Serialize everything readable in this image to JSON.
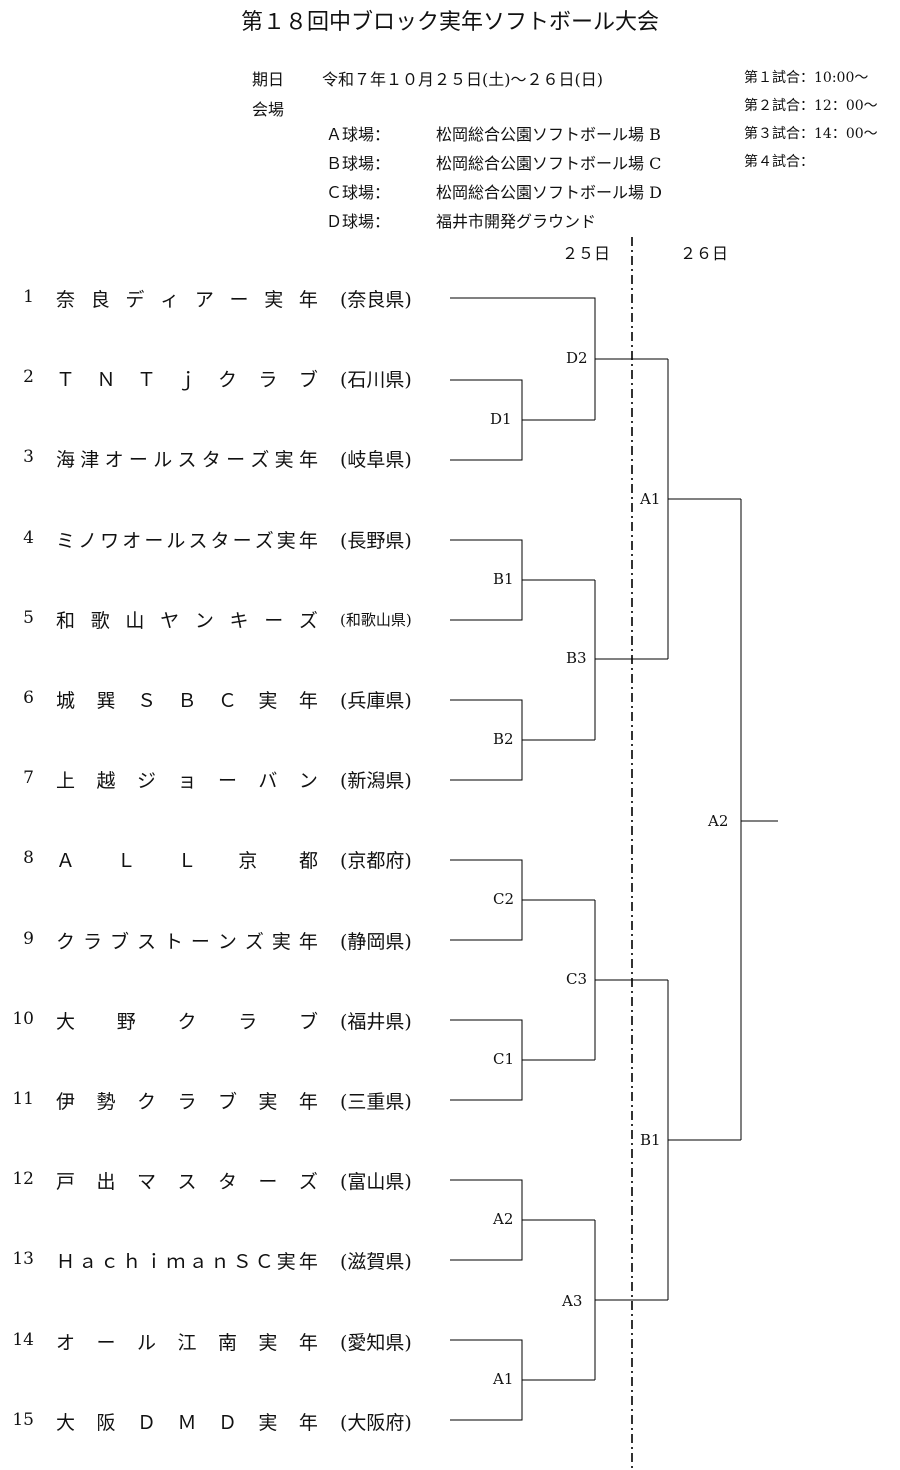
{
  "title": "第１８回中ブロック実年ソフトボール大会",
  "info": {
    "date_label": "期日",
    "date_value": "令和７年１０月２５日(土)～２６日(日)",
    "venue_label": "会場",
    "venues": [
      {
        "label": "Ａ球場：",
        "name": "松岡総合公園ソフトボール場 B"
      },
      {
        "label": "Ｂ球場：",
        "name": "松岡総合公園ソフトボール場 C"
      },
      {
        "label": "Ｃ球場：",
        "name": "松岡総合公園ソフトボール場 D"
      },
      {
        "label": "Ｄ球場：",
        "name": "福井市開発グラウンド"
      }
    ]
  },
  "schedule": [
    "第１試合：10:00～",
    "第２試合：12：00～",
    "第３試合：14：00～",
    "第４試合："
  ],
  "days": [
    "２５日",
    "２６日"
  ],
  "teams": [
    {
      "num": "1",
      "chars": [
        "奈",
        "良",
        "デ",
        "ィ",
        "ア",
        "ー",
        "実",
        "年"
      ],
      "pref": "(奈良県)"
    },
    {
      "num": "2",
      "chars": [
        "Ｔ",
        "Ｎ",
        "Ｔ",
        "ｊ",
        "ク",
        "ラ",
        "ブ"
      ],
      "pref": "(石川県)"
    },
    {
      "num": "3",
      "chars": [
        "海",
        "津",
        "オ",
        "ー",
        "ル",
        "ス",
        "タ",
        "ー",
        "ズ",
        "実",
        "年"
      ],
      "pref": "(岐阜県)"
    },
    {
      "num": "4",
      "chars": [
        "ミ",
        "ノ",
        "ワ",
        "オ",
        "ー",
        "ル",
        "ス",
        "タ",
        "ー",
        "ズ",
        "実",
        "年"
      ],
      "pref": "(長野県)"
    },
    {
      "num": "5",
      "chars": [
        "和",
        "歌",
        "山",
        "ヤ",
        "ン",
        "キ",
        "ー",
        "ズ"
      ],
      "pref": "(和歌山県)",
      "small": true
    },
    {
      "num": "6",
      "chars": [
        "城",
        "巽",
        "Ｓ",
        "Ｂ",
        "Ｃ",
        "実",
        "年"
      ],
      "pref": "(兵庫県)"
    },
    {
      "num": "7",
      "chars": [
        "上",
        "越",
        "ジ",
        "ョ",
        "ー",
        "バ",
        "ン"
      ],
      "pref": "(新潟県)"
    },
    {
      "num": "8",
      "chars": [
        "Ａ",
        "Ｌ",
        "Ｌ",
        "京",
        "都"
      ],
      "pref": "(京都府)"
    },
    {
      "num": "9",
      "chars": [
        "ク",
        "ラ",
        "ブ",
        "ス",
        "ト",
        "ー",
        "ン",
        "ズ",
        "実",
        "年"
      ],
      "pref": "(静岡県)"
    },
    {
      "num": "10",
      "chars": [
        "大",
        "野",
        "ク",
        "ラ",
        "ブ"
      ],
      "pref": "(福井県)"
    },
    {
      "num": "11",
      "chars": [
        "伊",
        "勢",
        "ク",
        "ラ",
        "ブ",
        "実",
        "年"
      ],
      "pref": "(三重県)"
    },
    {
      "num": "12",
      "chars": [
        "戸",
        "出",
        "マ",
        "ス",
        "タ",
        "ー",
        "ズ"
      ],
      "pref": "(富山県)"
    },
    {
      "num": "13",
      "chars": [
        "Ｈ",
        "ａ",
        "ｃ",
        "ｈ",
        "ｉ",
        "ｍ",
        "ａ",
        "ｎ",
        "Ｓ",
        "Ｃ",
        "実",
        "年"
      ],
      "pref": "(滋賀県)"
    },
    {
      "num": "14",
      "chars": [
        "オ",
        "ー",
        "ル",
        "江",
        "南",
        "実",
        "年"
      ],
      "pref": "(愛知県)"
    },
    {
      "num": "15",
      "chars": [
        "大",
        "阪",
        "Ｄ",
        "Ｍ",
        "Ｄ",
        "実",
        "年"
      ],
      "pref": "(大阪府)"
    }
  ],
  "matches": {
    "D1": "D1",
    "D2": "D2",
    "B1a": "B1",
    "B2": "B2",
    "B3": "B3",
    "C1": "C1",
    "C2": "C2",
    "C3": "C3",
    "A1a": "A1",
    "A2a": "A2",
    "A3": "A3",
    "A1b": "A1",
    "B1b": "B1",
    "A2b": "A2"
  }
}
